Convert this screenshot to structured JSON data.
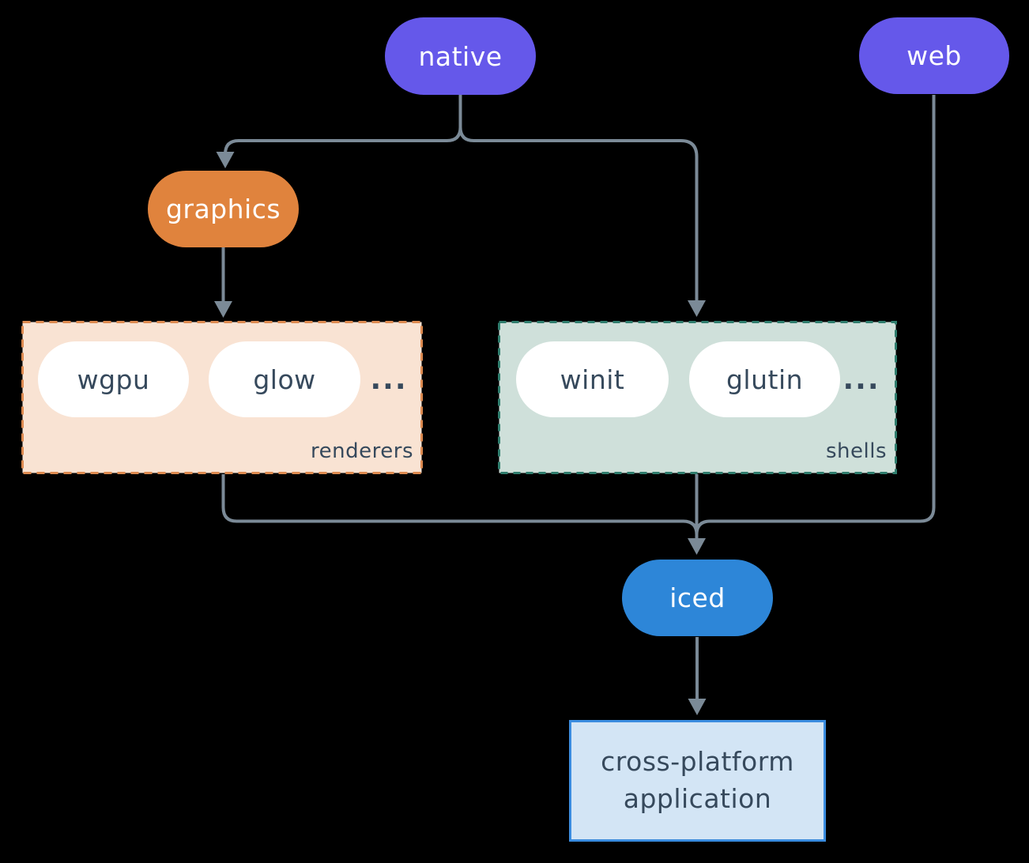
{
  "nodes": {
    "native": {
      "label": "native"
    },
    "web": {
      "label": "web"
    },
    "graphics": {
      "label": "graphics"
    },
    "iced": {
      "label": "iced"
    },
    "application": {
      "line1": "cross-platform",
      "line2": "application"
    }
  },
  "groups": {
    "renderers": {
      "label": "renderers",
      "items": [
        {
          "label": "wgpu"
        },
        {
          "label": "glow"
        }
      ],
      "ellipsis": "..."
    },
    "shells": {
      "label": "shells",
      "items": [
        {
          "label": "winit"
        },
        {
          "label": "glutin"
        }
      ],
      "ellipsis": "..."
    }
  },
  "colors": {
    "background": "#000000",
    "platform_pill": "#6558ea",
    "graphics_pill": "#e0833d",
    "iced_pill": "#2d86d8",
    "inner_pill_bg": "#ffffff",
    "dark_text": "#36495c",
    "pill_text": "#ffffff",
    "wire": "#7b8a97",
    "renderers_bg": "#f9e3d3",
    "renderers_border": "#dd8a50",
    "shells_bg": "#cfe0da",
    "shells_border": "#2f7d6d",
    "application_bg": "#d3e5f5",
    "application_border": "#3a8cdf"
  }
}
